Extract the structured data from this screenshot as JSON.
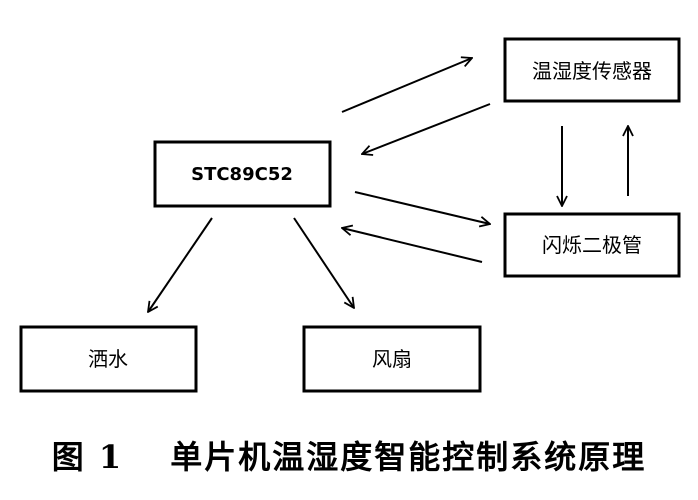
{
  "nodes": {
    "mcu": "STC89C52",
    "sensor": "温湿度传感器",
    "led": "闪烁二极管",
    "sprinkler": "洒水",
    "fan": "风扇"
  },
  "caption": "图 1　 单片机温湿度智能控制系统原理"
}
